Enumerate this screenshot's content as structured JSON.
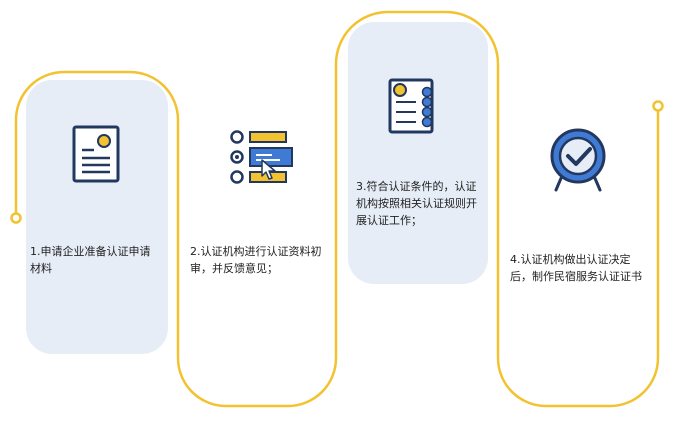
{
  "colors": {
    "path": "#f2c230",
    "panel": "#e6edf7",
    "icon_navy": "#22385f",
    "icon_blue": "#3f7bd4",
    "icon_yellow": "#f2c230",
    "text": "#222222"
  },
  "steps": [
    {
      "number": "1",
      "text": "1.申请企业准备认证申请材料",
      "icon": "document-icon"
    },
    {
      "number": "2",
      "text": "2.认证机构进行认证资料初审，并反馈意见；",
      "icon": "form-review-icon"
    },
    {
      "number": "3",
      "text": "3.符合认证条件的，认证机构按照相关认证规则开展认证工作；",
      "icon": "checklist-icon"
    },
    {
      "number": "4",
      "text": "4.认证机构做出认证决定后，制作民宿服务认证证书",
      "icon": "certificate-check-icon"
    }
  ]
}
